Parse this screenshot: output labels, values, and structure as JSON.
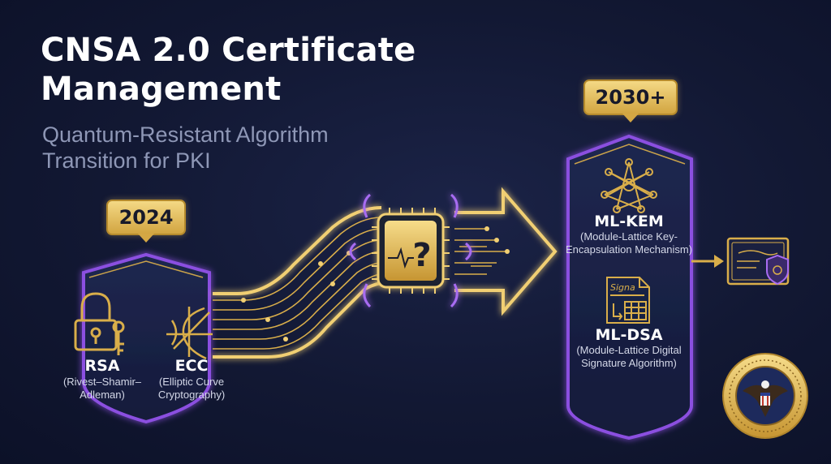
{
  "header": {
    "title": "CNSA 2.0 Certificate Management",
    "subtitle": "Quantum-Resistant Algorithm Transition for PKI"
  },
  "current": {
    "year": "2024",
    "algorithms": [
      {
        "name": "RSA",
        "full": "(Rivest–Shamir–Adleman)",
        "icon": "padlock-key-icon"
      },
      {
        "name": "ECC",
        "full": "(Elliptic Curve Cryptography)",
        "icon": "elliptic-curve-icon"
      }
    ]
  },
  "transition": {
    "chip_symbol": "?",
    "icon": "quantum-chip-icon"
  },
  "future": {
    "year": "2030+",
    "algorithms": [
      {
        "name": "ML-KEM",
        "full": "(Module-Lattice Key-Encapsulation Mechanism)",
        "icon": "lattice-network-icon"
      },
      {
        "name": "ML-DSA",
        "full": "(Module-Lattice Digital Signature Algorithm)",
        "icon": "signed-document-icon"
      }
    ],
    "signature_text": "Signa"
  },
  "output": {
    "icon": "certificate-shield-icon"
  },
  "seal": {
    "icon": "eagle-seal-icon"
  },
  "colors": {
    "background": "#121833",
    "gold": "#e2b956",
    "purple": "#8b4fe0",
    "subtitle": "#8e97b6"
  }
}
